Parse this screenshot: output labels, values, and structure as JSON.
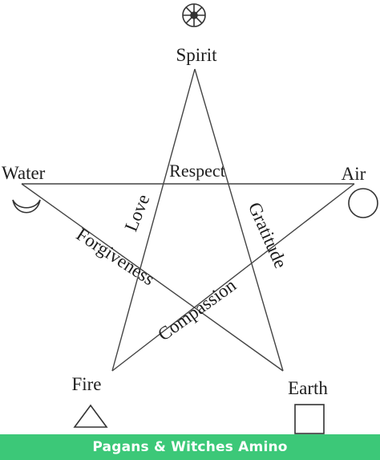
{
  "diagram": {
    "points": {
      "spirit": "Spirit",
      "water": "Water",
      "air": "Air",
      "fire": "Fire",
      "earth": "Earth"
    },
    "virtues": {
      "respect": "Respect",
      "love": "Love",
      "gratitude": "Gratitude",
      "forgiveness": "Forgiveness",
      "compassion": "Compassion"
    },
    "symbols": {
      "spirit": "eight-spoked-wheel-icon",
      "water": "crescent-moon-icon",
      "air": "circle-icon",
      "fire": "triangle-icon",
      "earth": "square-icon"
    },
    "line_color": "#444444",
    "text_color": "#1e1e1e"
  },
  "footer": {
    "text": "Pagans & Witches Amino",
    "color": "#3cc878"
  }
}
